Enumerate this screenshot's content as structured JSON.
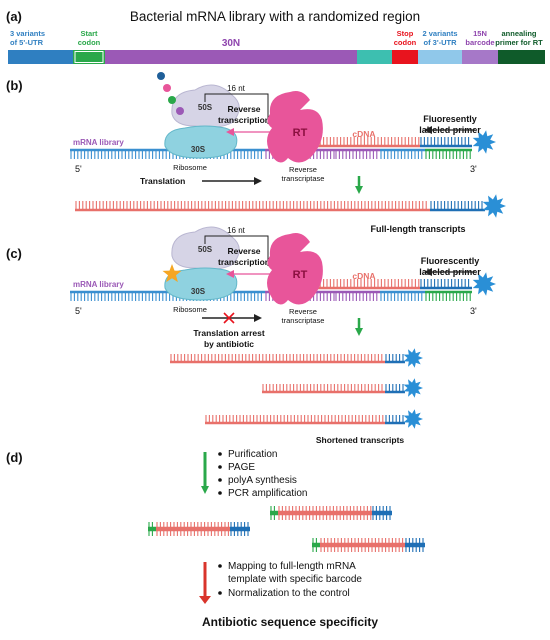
{
  "panel_a": {
    "label": "(a)",
    "title": "Bacterial mRNA library with a randomized region",
    "segments": [
      {
        "label_lines": [
          "3 variants",
          "of 5'-UTR"
        ],
        "color": "#2f7fc1",
        "label_color": "#2f7fc1"
      },
      {
        "label_lines": [
          "Start",
          "codon"
        ],
        "color": "#2aa84a",
        "label_color": "#2aa84a"
      },
      {
        "label_lines": [
          "30N"
        ],
        "color": "#9b59b6",
        "label_color": "#8e44ad"
      },
      {
        "label_lines": [],
        "color": "#3dbfb0",
        "label_color": "#3dbfb0"
      },
      {
        "label_lines": [
          "Stop",
          "codon"
        ],
        "color": "#e8141e",
        "label_color": "#e8141e"
      },
      {
        "label_lines": [
          "2 variants",
          "of 3'-UTR"
        ],
        "color": "#90c8ea",
        "label_color": "#2f7fc1"
      },
      {
        "label_lines": [
          "15N",
          "barcode"
        ],
        "color": "#a678c8",
        "label_color": "#8e44ad"
      },
      {
        "label_lines": [
          "annealing",
          "primer for RT"
        ],
        "color": "#0f5b2a",
        "label_color": "#0f5b2a"
      }
    ]
  },
  "panel_b": {
    "label": "(b)",
    "nt_label": "16 nt",
    "reverse_transcription": [
      "Reverse",
      "transcription"
    ],
    "mrna_label": "mRNA library",
    "cdna_label": "cDNA",
    "primer_label": [
      "Fluoresently",
      "labeled primer"
    ],
    "ribosome_large": "50S",
    "ribosome_small": "30S",
    "ribosome_label": "Ribosome",
    "translation": "Translation",
    "rt": "RT",
    "reverse_transcriptase": [
      "Reverse",
      "transcriptase"
    ],
    "five_prime": "5'",
    "three_prime": "3'",
    "result": "Full-length transcripts"
  },
  "panel_c": {
    "label": "(c)",
    "nt_label": "16 nt",
    "reverse_transcription": [
      "Reverse",
      "transcription"
    ],
    "mrna_label": "mRNA library",
    "cdna_label": "cDNA",
    "primer_label": [
      "Fluorescently",
      "labeled primer"
    ],
    "ribosome_large": "50S",
    "ribosome_small": "30S",
    "ribosome_label": "Ribosome",
    "arrest": [
      "Translation arrest",
      "by antibiotic"
    ],
    "rt": "RT",
    "reverse_transcriptase": [
      "Reverse",
      "transcriptase"
    ],
    "five_prime": "5'",
    "three_prime": "3'",
    "result": "Shortened transcripts"
  },
  "panel_d": {
    "label": "(d)",
    "steps": [
      "Purification",
      "PAGE",
      "polyA synthesis",
      "PCR amplification"
    ],
    "analysis": [
      "Mapping to full-length mRNA",
      "template with specific barcode",
      "Normalization to the control"
    ],
    "conclusion": "Antibiotic sequence specificity"
  },
  "colors": {
    "mrna_blue": "#3a8fd0",
    "mrna_purple": "#9b59b6",
    "cdna_red": "#e8706a",
    "primer_blue": "#1f6fb5",
    "primer_green": "#2aa84a",
    "arrow_green": "#2aa84a",
    "arrow_red": "#d9342b",
    "rt_pink": "#e8559a",
    "ribo_large": "#d6d4e6",
    "ribo_small": "#8fd2e0",
    "star": "#f5a623",
    "flag_blue": "#2a8fd6"
  }
}
